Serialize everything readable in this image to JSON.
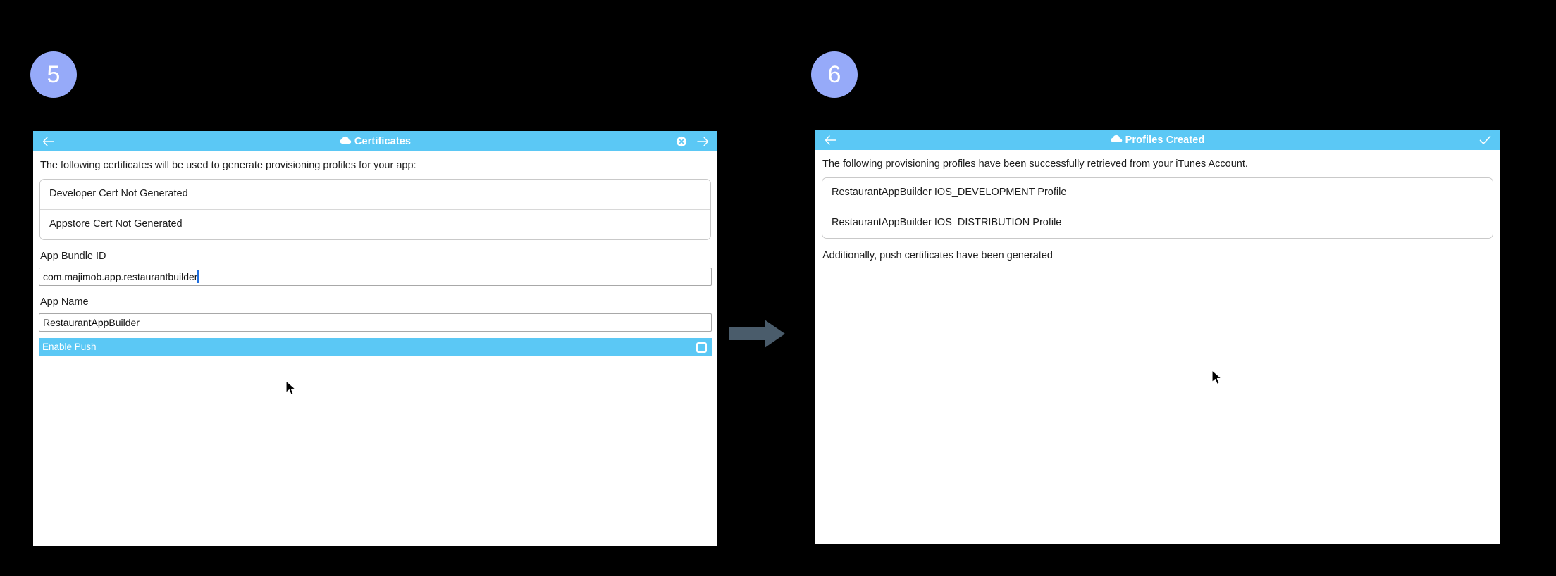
{
  "steps": [
    {
      "number": "5"
    },
    {
      "number": "6"
    }
  ],
  "panel_certificates": {
    "header": {
      "title": "Certificates",
      "back_icon": "back-arrow-icon",
      "cloud_icon": "cloud-icon",
      "close_icon": "close-circle-icon",
      "forward_icon": "forward-arrow-icon"
    },
    "intro": "The following certificates will be used to generate provisioning profiles for your app:",
    "cert_rows": [
      "Developer Cert Not Generated",
      "Appstore Cert Not Generated"
    ],
    "fields": [
      {
        "label": "App Bundle ID",
        "value": "com.majimob.app.restaurantbuilder",
        "placeholder": "App Bundle ID",
        "focused": true
      },
      {
        "label": "App Name",
        "value": "RestaurantAppBuilder",
        "placeholder": "App Name",
        "focused": false
      }
    ],
    "toggle": {
      "label": "Enable Push",
      "checked": false
    }
  },
  "panel_profiles": {
    "header": {
      "title": "Profiles Created",
      "back_icon": "back-arrow-icon",
      "cloud_icon": "cloud-icon",
      "confirm_icon": "check-icon"
    },
    "intro": "The following provisioning profiles have been successfully retrieved from your iTunes Account.",
    "profile_rows": [
      "RestaurantAppBuilder IOS_DEVELOPMENT Profile",
      "RestaurantAppBuilder IOS_DISTRIBUTION Profile"
    ],
    "note": "Additionally, push certificates have been generated"
  },
  "flow": {
    "arrow_icon": "right-arrow-icon"
  },
  "colors": {
    "background": "#000000",
    "badge": "#96aaf9",
    "header_bar": "#5bc8f5",
    "panel": "#ffffff",
    "arrow": "#4a5c6b",
    "text": "#1c1c1c"
  }
}
